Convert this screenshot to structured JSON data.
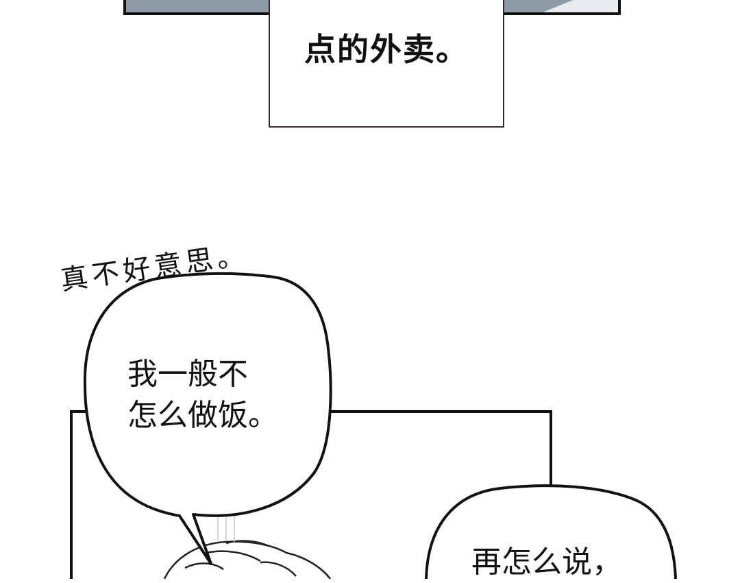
{
  "caption": {
    "text": "点的外卖。"
  },
  "handwritten_note": {
    "text": "真不好意思。"
  },
  "bubble_left": {
    "line1": "我一般不",
    "line2": "怎么做饭。"
  },
  "bubble_right": {
    "line1": "再怎么说，"
  },
  "colors": {
    "ink": "#111111",
    "panel_grey": "#8e9aa6",
    "caption_border": "#3a2a2a"
  }
}
